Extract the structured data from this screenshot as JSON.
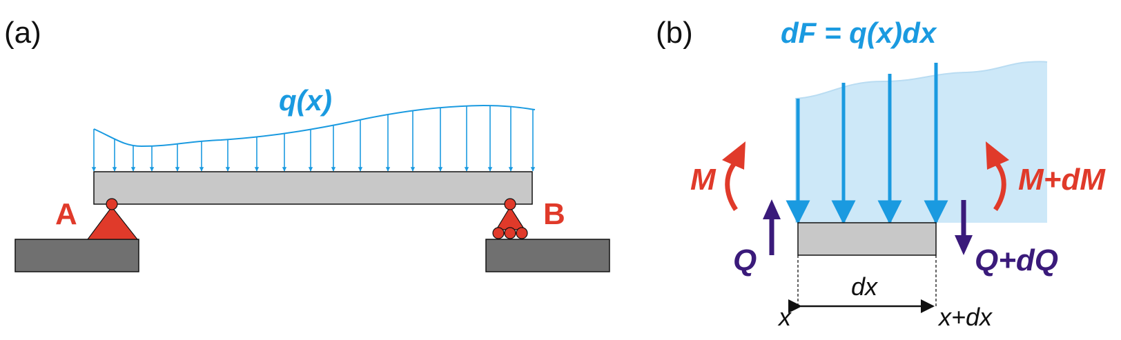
{
  "panel_a": {
    "label": "(a)",
    "load_label": "q(x)",
    "support_left": "A",
    "support_right": "B"
  },
  "panel_b": {
    "label": "(b)",
    "force_eq": "dF = q(x)dx",
    "moment_left": "M",
    "moment_right": "M+dM",
    "shear_left": "Q",
    "shear_right": "Q+dQ",
    "width_label": "dx",
    "x_left": "x",
    "x_right": "x+dx"
  },
  "colors": {
    "load": "#1a9ae0",
    "load_fill": "#cde8f8",
    "support": "#e03a2a",
    "moment": "#e03a2a",
    "shear": "#3a1a7a",
    "beam": "#c8c8c8",
    "ground": "#707070"
  }
}
